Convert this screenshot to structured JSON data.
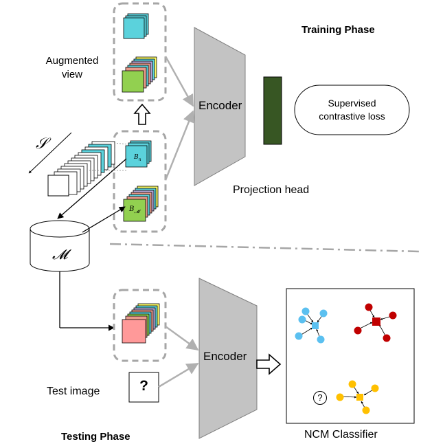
{
  "training": {
    "phase_title": "Training Phase",
    "augmented_label_line1": "Augmented",
    "augmented_label_line2": "view",
    "encoder_label": "Encoder",
    "projection_head_label": "Projection head",
    "loss_label_line1": "Supervised",
    "loss_label_line2": "contrastive loss",
    "stream_symbol": "𝒮",
    "batch_stream_label": "B",
    "batch_stream_sub": "n",
    "batch_memory_label": "B",
    "batch_memory_sub": "𝓜",
    "memory_label": "𝓜"
  },
  "testing": {
    "phase_title": "Testing Phase",
    "encoder_label": "Encoder",
    "test_image_label": "Test image",
    "question_mark": "?",
    "classifier_title": "NCM Classifier",
    "query_symbol": "?"
  },
  "colors": {
    "cyan": "#5BD2DC",
    "green": "#92D050",
    "pink": "#FF9999",
    "yellow": "#FFFF66",
    "salmon": "#E89A8A",
    "gray_encoder": "#C3C3C3",
    "dark_green": "#375623",
    "class_blue": "#5BC0F0",
    "class_red": "#C00000",
    "class_yellow": "#FFC000",
    "dashed_border": "#A6A6A6"
  }
}
